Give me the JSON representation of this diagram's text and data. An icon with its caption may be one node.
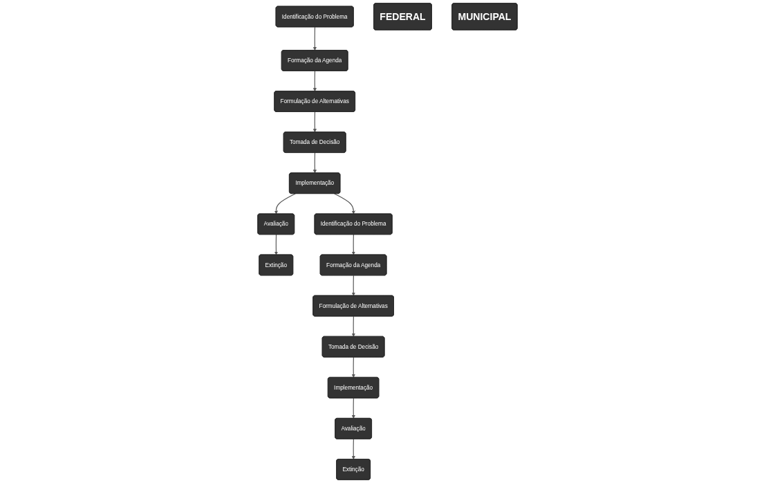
{
  "diagram": {
    "nodes": [
      {
        "text": [
          "Extinção"
        ]
      },
      {
        "text": [
          "Identificação do Problema"
        ]
      },
      {
        "text": [
          "Avaliação"
        ]
      },
      {
        "text": [
          "Formação da Agenda"
        ]
      },
      {
        "text": [
          "FEDERAL"
        ]
      },
      {
        "text": [
          "Extinção"
        ]
      },
      {
        "text": [
          "Identificação do Problema"
        ]
      },
      {
        "text": [
          "Implementação"
        ]
      },
      {
        "text": [
          "Formulação de Alternativas"
        ]
      },
      {
        "text": [
          "Tomada de Decisão"
        ]
      },
      {
        "text": [
          "Avaliação"
        ]
      },
      {
        "text": [
          "Formação da Agenda"
        ]
      },
      {
        "text": [
          "MUNICIPAL"
        ]
      },
      {
        "text": [
          "Implementação"
        ]
      },
      {
        "text": [
          "Formulação de Alternativas"
        ]
      },
      {
        "text": [
          "Tomada de Decisão"
        ]
      }
    ],
    "edges": [
      {
        "from": 1,
        "to": 3,
        "arrow": "to"
      },
      {
        "from": 3,
        "to": 8,
        "arrow": "to"
      },
      {
        "from": 8,
        "to": 9,
        "arrow": "to"
      },
      {
        "from": 9,
        "to": 7,
        "arrow": "to"
      },
      {
        "from": 7,
        "to": 2,
        "arrow": "to"
      },
      {
        "from": 2,
        "to": 0,
        "arrow": "to"
      },
      {
        "from": 7,
        "to": 6,
        "arrow": "to"
      },
      {
        "from": 6,
        "to": 11,
        "arrow": "to"
      },
      {
        "from": 11,
        "to": 14,
        "arrow": "to"
      },
      {
        "from": 14,
        "to": 15,
        "arrow": "to"
      },
      {
        "from": 15,
        "to": 13,
        "arrow": "to"
      },
      {
        "from": 13,
        "to": 10,
        "arrow": "to"
      },
      {
        "from": 10,
        "to": 5,
        "arrow": "to"
      }
    ]
  }
}
